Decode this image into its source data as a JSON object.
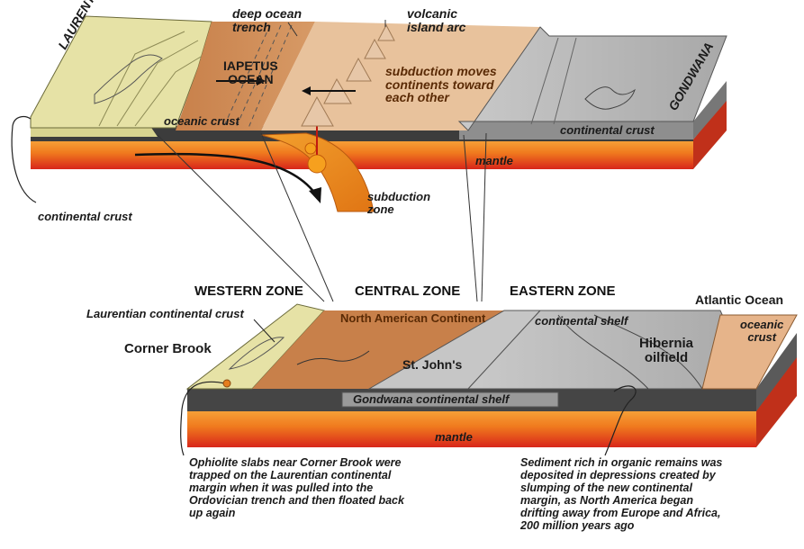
{
  "top_block": {
    "laurentia": "LAURENTIA",
    "gondwana": "GONDWANA",
    "deep_trench": "deep ocean\ntrench",
    "volcanic_arc": "volcanic\nisland arc",
    "iapetus": "IAPETUS\nOCEAN",
    "subduction_moves": "subduction moves\ncontinents toward\neach other",
    "oceanic_crust": "oceanic crust",
    "continental_crust_right": "continental crust",
    "mantle": "mantle",
    "subduction_zone": "subduction\nzone",
    "continental_crust_left": "continental crust"
  },
  "bottom_block": {
    "western_zone": "WESTERN ZONE",
    "central_zone": "CENTRAL ZONE",
    "eastern_zone": "EASTERN ZONE",
    "atlantic_ocean": "Atlantic Ocean",
    "laurentian_crust": "Laurentian continental crust",
    "corner_brook": "Corner Brook",
    "north_american": "North American Continent",
    "continental_shelf": "continental shelf",
    "oceanic_crust": "oceanic\ncrust",
    "st_johns": "St. John's",
    "hibernia": "Hibernia\noilfield",
    "gondwana_shelf": "Gondwana continental shelf",
    "mantle": "mantle",
    "ophiolite_caption": "Ophiolite slabs near Corner Brook were\ntrapped on the Laurentian continental\nmargin when it was pulled into the\nOrdovician trench and then floated back\nup again",
    "sediment_caption": "Sediment rich in organic remains was\ndeposited in depressions created by\nslumping of the new continental\nmargin, as North America began\ndrifting away from Europe and Africa,\n200 million years ago"
  },
  "colors": {
    "laurentia_crust": "#e6e2a6",
    "ocean_crust": "#c8804a",
    "mantle_orange": "#f07a1e",
    "mantle_red": "#d8261a",
    "gondwana_gray": "#b4b4b4",
    "dark_crust": "#3c3c3c"
  }
}
